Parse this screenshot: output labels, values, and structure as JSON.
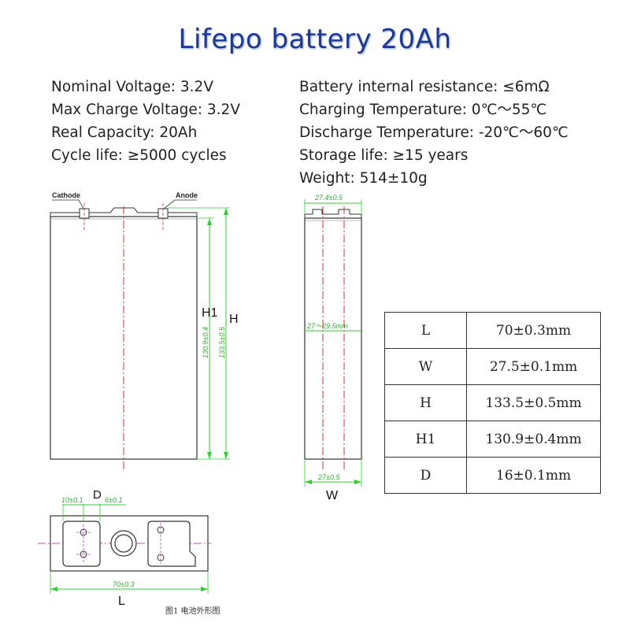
{
  "title": "Lifepo battery 20Ah",
  "specs_left": [
    "Nominal Voltage: 3.2V",
    "Max Charge Voltage: 3.2V",
    "Real Capacity: 20Ah",
    "Cycle life: ≥5000 cycles"
  ],
  "specs_right": [
    "Battery internal resistance: ≤6mΩ",
    "Charging Temperature: 0℃～55℃",
    "Discharge Temperature: -20℃～60℃",
    "Storage life: ≥15 years",
    "Weight: 514±10g"
  ],
  "front_view": {
    "cathode": "Cathode",
    "anode": "Anode",
    "h1_label": "H1",
    "h_label": "H",
    "h1_dim": "130.9±0.4",
    "h_dim": "133.5±0.5"
  },
  "side_view": {
    "top_dim": "27.4±0.5",
    "mid_dim": "27～29.5mm",
    "bottom_dim": "27±0.5",
    "w_label": "W"
  },
  "top_view": {
    "d_label": "D",
    "dim_left": "10±0.1",
    "dim_right": "6±0.1",
    "width_dim": "70±0.3",
    "l_label": "L"
  },
  "dimension_table": [
    {
      "key": "L",
      "value": "70±0.3mm"
    },
    {
      "key": "W",
      "value": "27.5±0.1mm"
    },
    {
      "key": "H",
      "value": "133.5±0.5mm"
    },
    {
      "key": "H1",
      "value": "130.9±0.4mm"
    },
    {
      "key": "D",
      "value": "16±0.1mm"
    }
  ],
  "caption": "图1  电池外形图",
  "colors": {
    "title": "#1f3a8c",
    "dimension": "#33cc33",
    "centerline": "#cc3333"
  }
}
